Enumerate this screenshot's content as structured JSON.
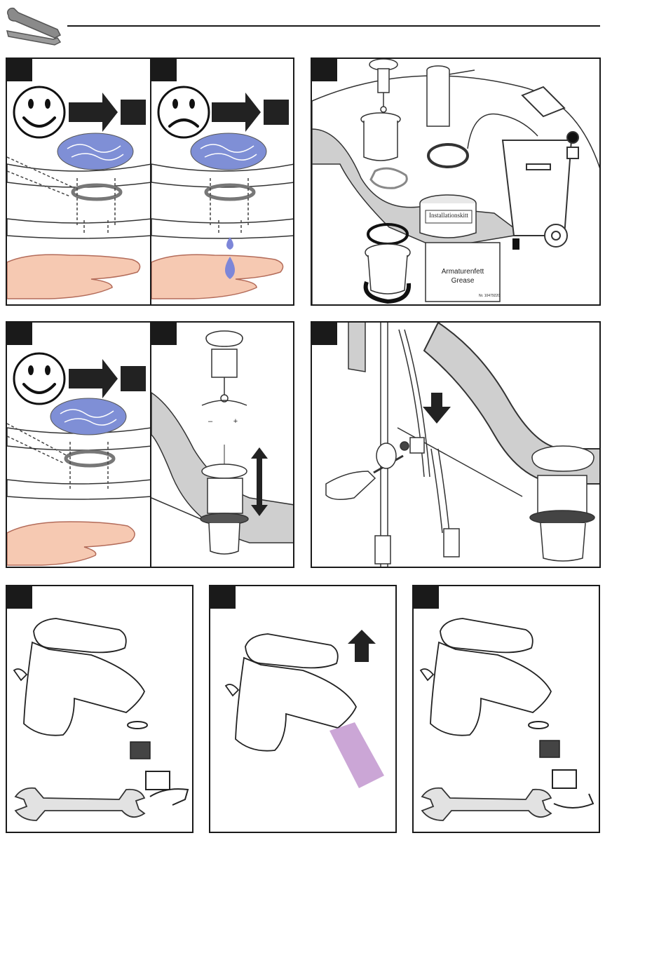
{
  "header": {
    "icon": "wrench-screwdriver-icon"
  },
  "panel3": {
    "tube_label": "Installationskitt",
    "box_label_de": "Armaturenfett",
    "box_label_en": "Grease",
    "box_code": "Nr. 10479220"
  },
  "panel5": {
    "minus": "–",
    "plus": "+"
  },
  "colors": {
    "water": "#7f8fd6",
    "drop": "#7d86d8",
    "skin": "#f6c9b2",
    "skin_line": "#b36b59",
    "stream": "#b988c8",
    "gray_fill": "#cfcfcf"
  }
}
